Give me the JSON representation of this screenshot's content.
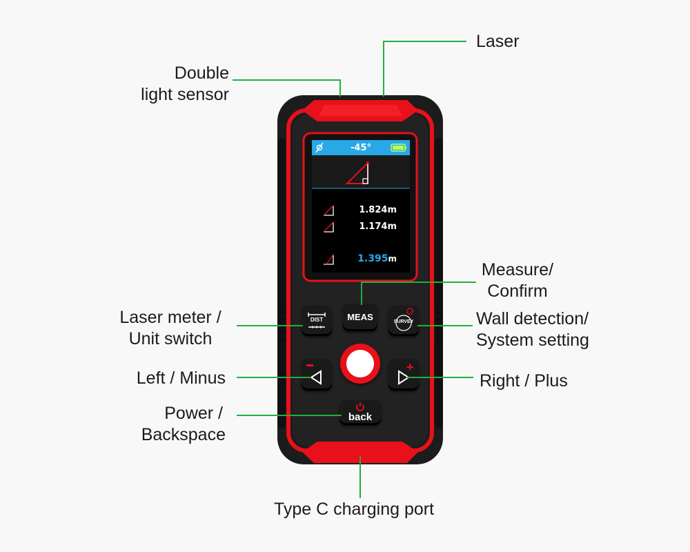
{
  "annotations": {
    "laser": "Laser",
    "double_light_sensor": [
      "Double",
      "light sensor"
    ],
    "measure_confirm": [
      "Measure/",
      "Confirm"
    ],
    "laser_meter_unit": [
      "Laser meter /",
      "Unit switch"
    ],
    "wall_detection": [
      "Wall detection/",
      "System setting"
    ],
    "left_minus": "Left / Minus",
    "right_plus": "Right / Plus",
    "power_backspace": [
      "Power /",
      "Backspace"
    ],
    "type_c": "Type C charging port"
  },
  "screen": {
    "angle": "-45°",
    "readings": [
      {
        "value": "1.824",
        "unit": "m"
      },
      {
        "value": "1.174",
        "unit": "m"
      },
      {
        "value": "1.395",
        "unit": "m"
      }
    ],
    "battery": "full"
  },
  "buttons": {
    "meas": "MEAS",
    "dist": "DIST",
    "survey": "SURVEY",
    "back": "back"
  },
  "colors": {
    "device_red": "#e8101a",
    "device_black": "#1c1c1c",
    "leader_green": "#20b040",
    "screen_accent_blue": "#29a8e8"
  }
}
